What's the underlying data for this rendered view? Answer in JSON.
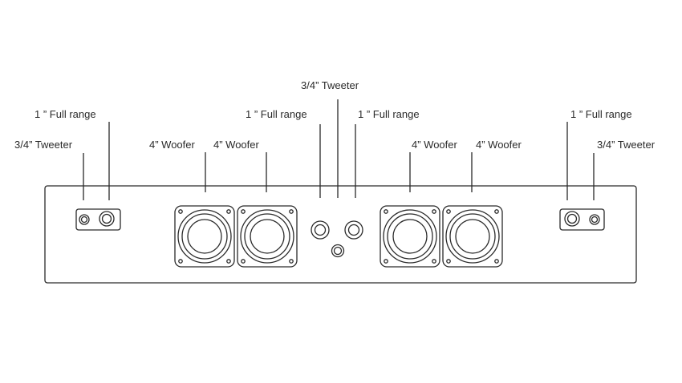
{
  "labels": {
    "left_full_range": "1 ” Full range",
    "left_tweeter": "3/4” Tweeter",
    "left_woofer_1": "4” Woofer",
    "left_woofer_2": "4” Woofer",
    "center_tweeter": "3/4” Tweeter",
    "center_full_range_left": "1 ” Full range",
    "center_full_range_right": "1 ” Full range",
    "right_woofer_1": "4” Woofer",
    "right_woofer_2": "4” Woofer",
    "right_full_range": "1 ” Full range",
    "right_tweeter": "3/4” Tweeter"
  },
  "colors": {
    "line": "#2a2a2a",
    "background": "#ffffff"
  }
}
